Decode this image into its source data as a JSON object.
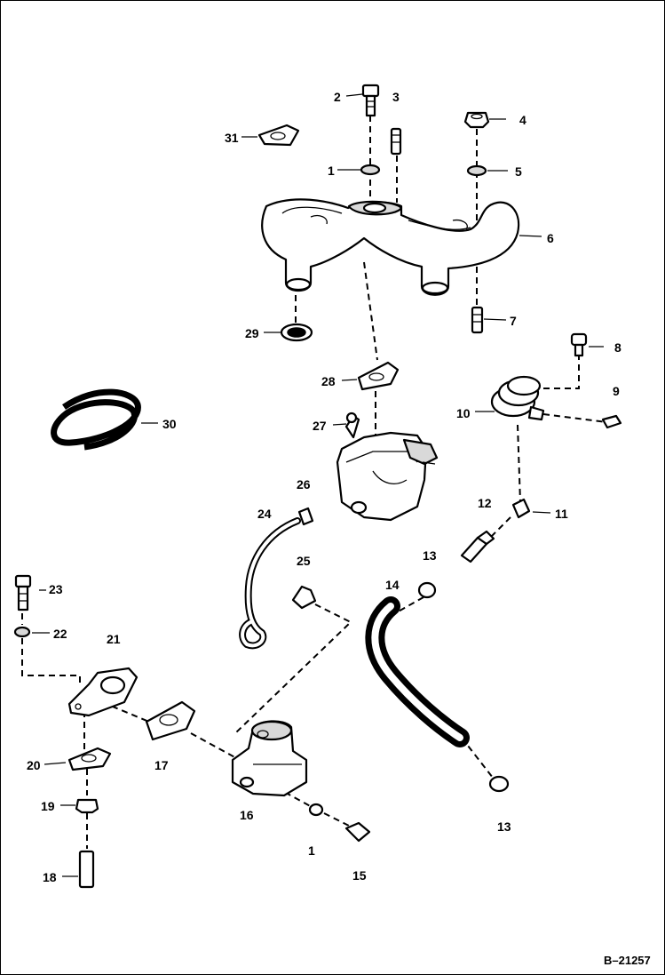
{
  "figure_number": "B–21257",
  "callouts": {
    "c1a": "1",
    "c1b": "1",
    "c2": "2",
    "c3": "3",
    "c4": "4",
    "c5": "5",
    "c6": "6",
    "c7": "7",
    "c8": "8",
    "c9": "9",
    "c10": "10",
    "c11": "11",
    "c12": "12",
    "c13a": "13",
    "c13b": "13",
    "c14": "14",
    "c15": "15",
    "c16": "16",
    "c17": "17",
    "c18": "18",
    "c19": "19",
    "c20": "20",
    "c21": "21",
    "c22": "22",
    "c23": "23",
    "c24": "24",
    "c25": "25",
    "c26": "26",
    "c27": "27",
    "c28": "28",
    "c29": "29",
    "c30": "30",
    "c31": "31"
  }
}
